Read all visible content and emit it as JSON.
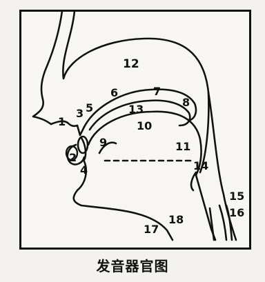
{
  "caption": "发音器官图",
  "labels": [
    "1",
    "2",
    "3",
    "4",
    "5",
    "6",
    "7",
    "8",
    "9",
    "10",
    "11",
    "12",
    "13",
    "14",
    "15",
    "16",
    "17",
    "18"
  ],
  "colors": {
    "ink": "#111111",
    "paper": "#f7f6f3"
  }
}
